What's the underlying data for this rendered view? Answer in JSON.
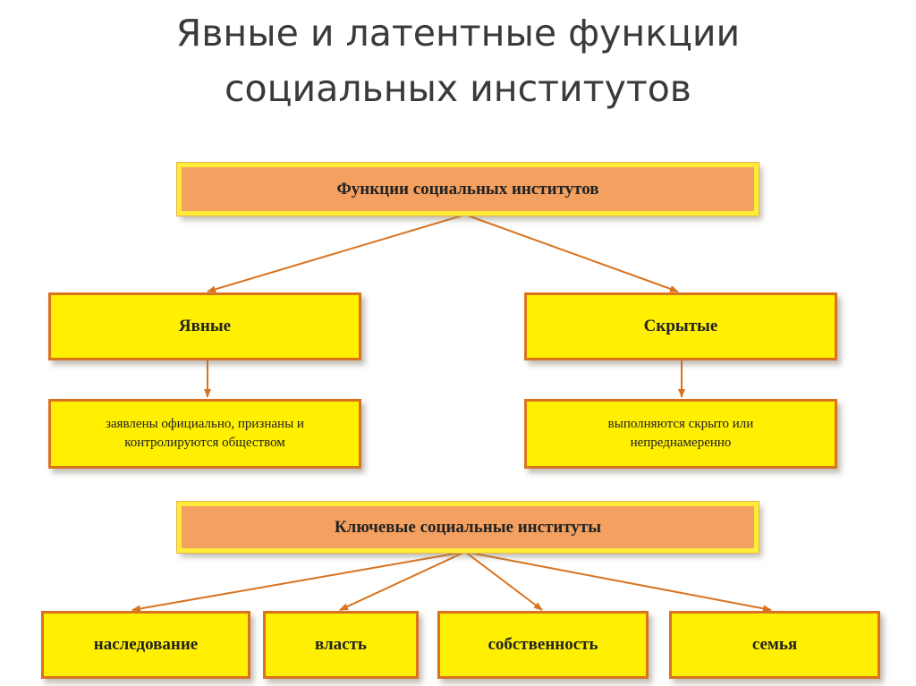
{
  "title": {
    "line1": "Явные и латентные функции",
    "line2": "социальных институтов"
  },
  "functions_header": "Функции социальных институтов",
  "explicit": {
    "label": "Явные",
    "description_line1": "заявлены официально, признаны и",
    "description_line2": "контролируются обществом"
  },
  "hidden": {
    "label": "Скрытые",
    "description_line1": "выполняются скрыто или",
    "description_line2": "непреднамеренно"
  },
  "institutes_header": "Ключевые социальные институты",
  "institutes": [
    "наследование",
    "власть",
    "собственность",
    "семья"
  ],
  "colors": {
    "header_fill": "#f4a060",
    "header_border": "#ffec3a",
    "box_fill": "#ffef00",
    "box_border": "#d9731f",
    "arrow": "#d9731f",
    "title_text": "#3a3a3a"
  }
}
